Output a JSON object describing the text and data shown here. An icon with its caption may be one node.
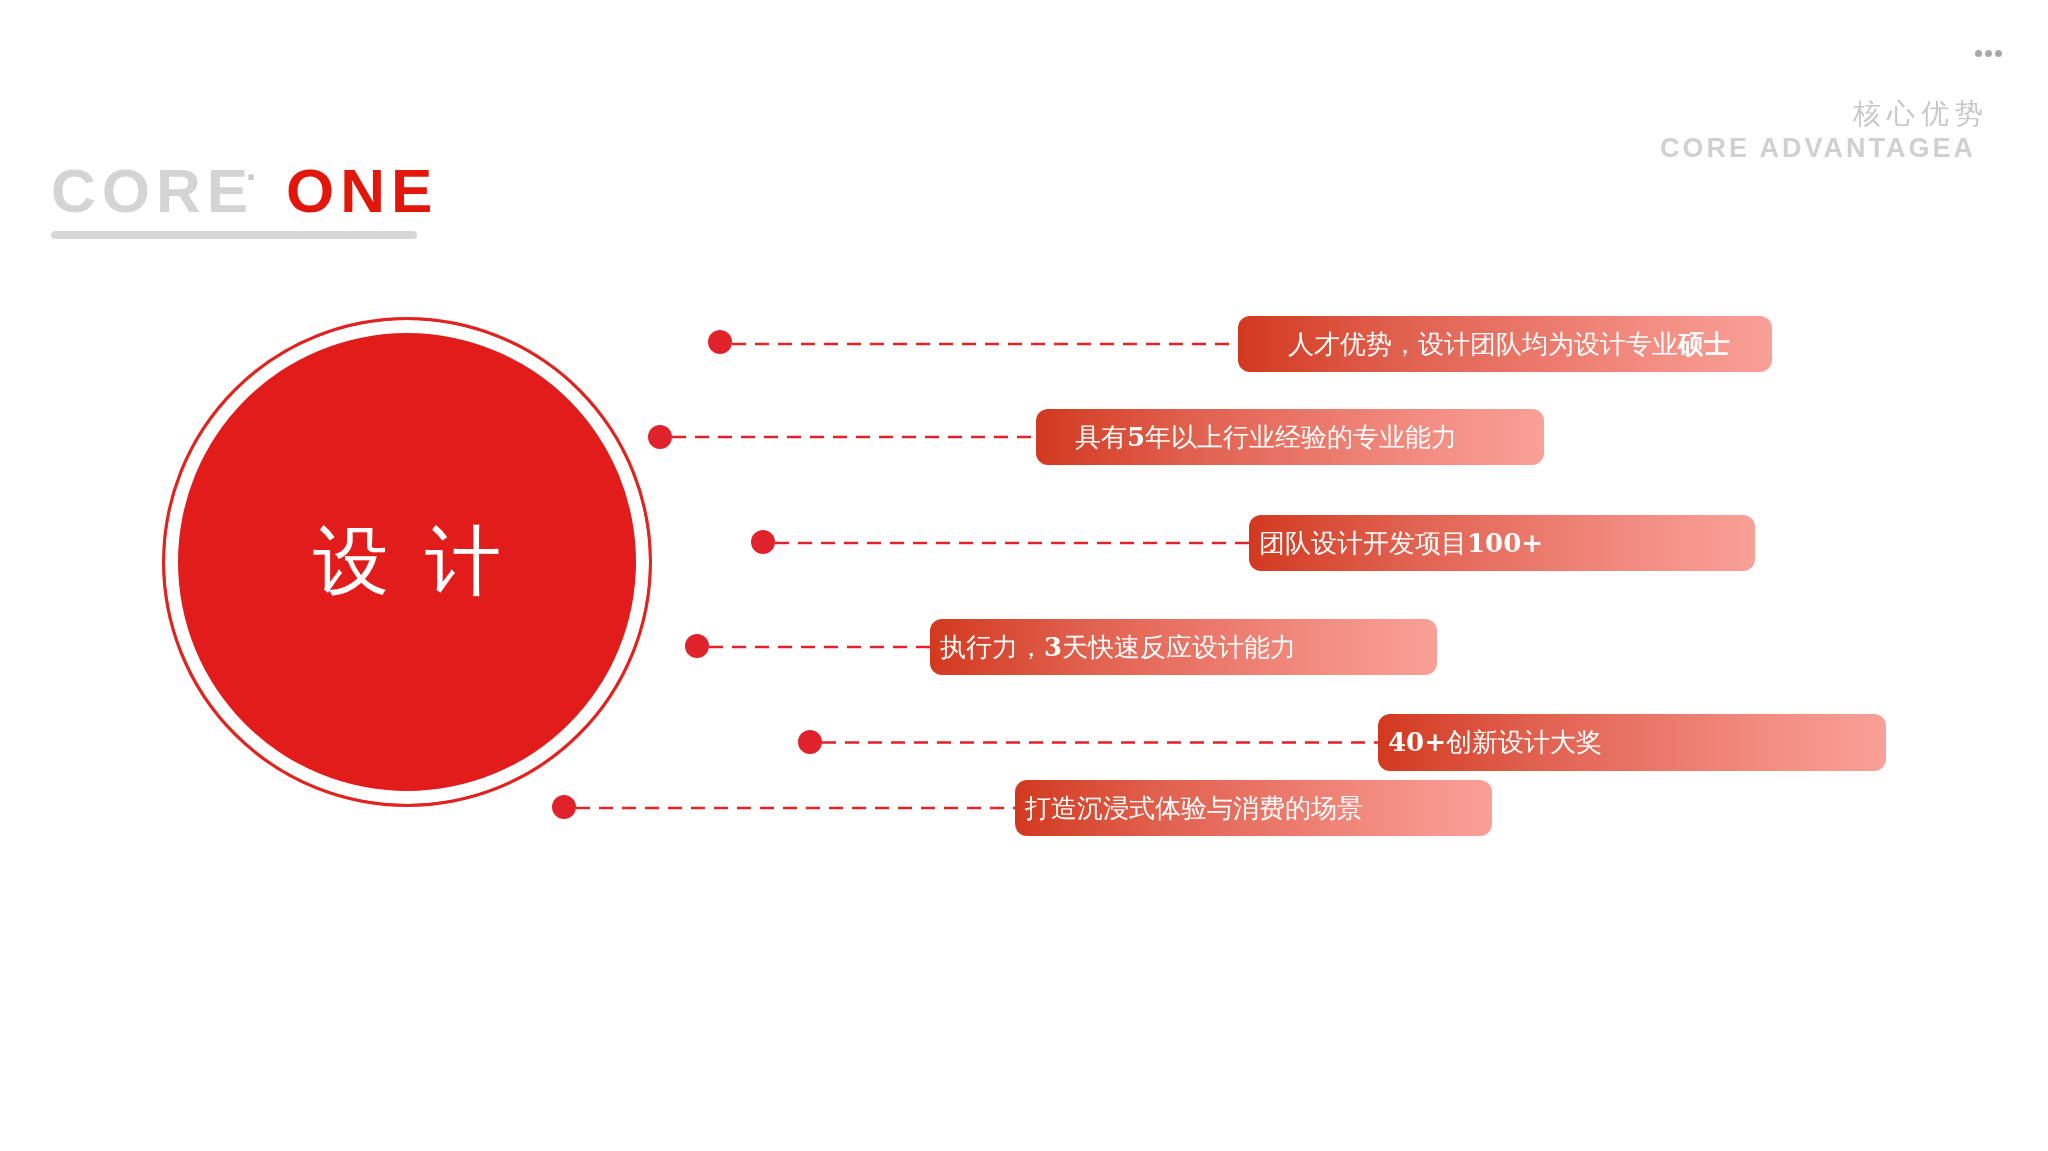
{
  "diagram": {
    "nodes": [
      {
        "text": [
          "设计"
        ]
      },
      {
        "text": [],
        "shape": "circle"
      },
      {
        "text": [
          "人才优势，设计团队均为设计专业**硕士**"
        ]
      },
      {
        "text": [],
        "shape": "circle"
      },
      {
        "text": [
          "具有**5**年以上行业经验的专业能力"
        ]
      },
      {
        "text": [],
        "shape": "circle"
      },
      {
        "text": [
          "团队设计开发项目**100+**"
        ]
      },
      {
        "text": [],
        "shape": "circle"
      },
      {
        "text": [
          "执行力，**3**天快速反应设计能力"
        ]
      },
      {
        "text": [],
        "shape": "circle"
      },
      {
        "text": [
          "**40+**创新设计大奖"
        ]
      },
      {
        "text": [],
        "shape": "circle"
      },
      {
        "text": [
          "打造沉浸式体验与消费的场景"
        ]
      }
    ],
    "edges": [
      {
        "from": 1,
        "to": 2,
        "arrow": "none",
        "style": "dashed"
      },
      {
        "from": 3,
        "to": 4,
        "arrow": "none",
        "style": "dashed"
      },
      {
        "from": 5,
        "to": 6,
        "arrow": "none",
        "style": "dashed"
      },
      {
        "from": 7,
        "to": 8,
        "arrow": "none",
        "style": "dashed"
      },
      {
        "from": 9,
        "to": 10,
        "arrow": "none",
        "style": "dashed"
      },
      {
        "from": 11,
        "to": 12,
        "arrow": "none",
        "style": "dashed"
      }
    ],
    "labels": [
      "CORE",
      "·",
      "ONE",
      "核心优势",
      "CORE ADVANTAGEA"
    ]
  }
}
